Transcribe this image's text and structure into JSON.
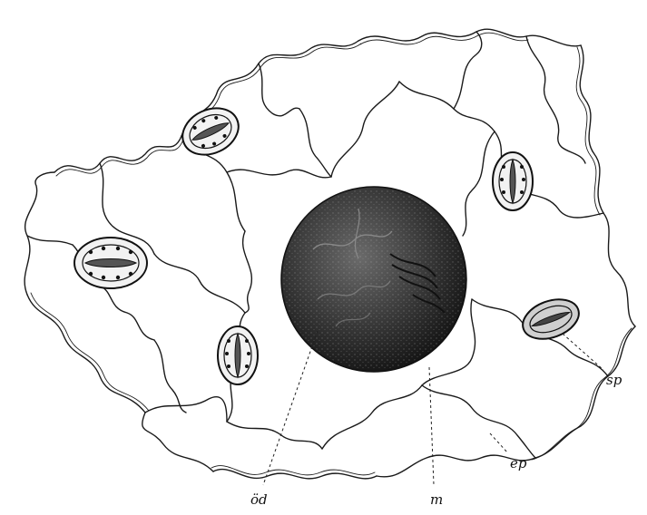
{
  "figure": {
    "labels": {
      "oil_body": "öd",
      "m": "m",
      "ep": "ep",
      "sp": "sp"
    },
    "colors": {
      "ink": "#1a1a1a",
      "oil_body_fill": "#2b2b2b",
      "guard_cell_fill": "#f2f2f2",
      "background": "#ffffff"
    }
  }
}
